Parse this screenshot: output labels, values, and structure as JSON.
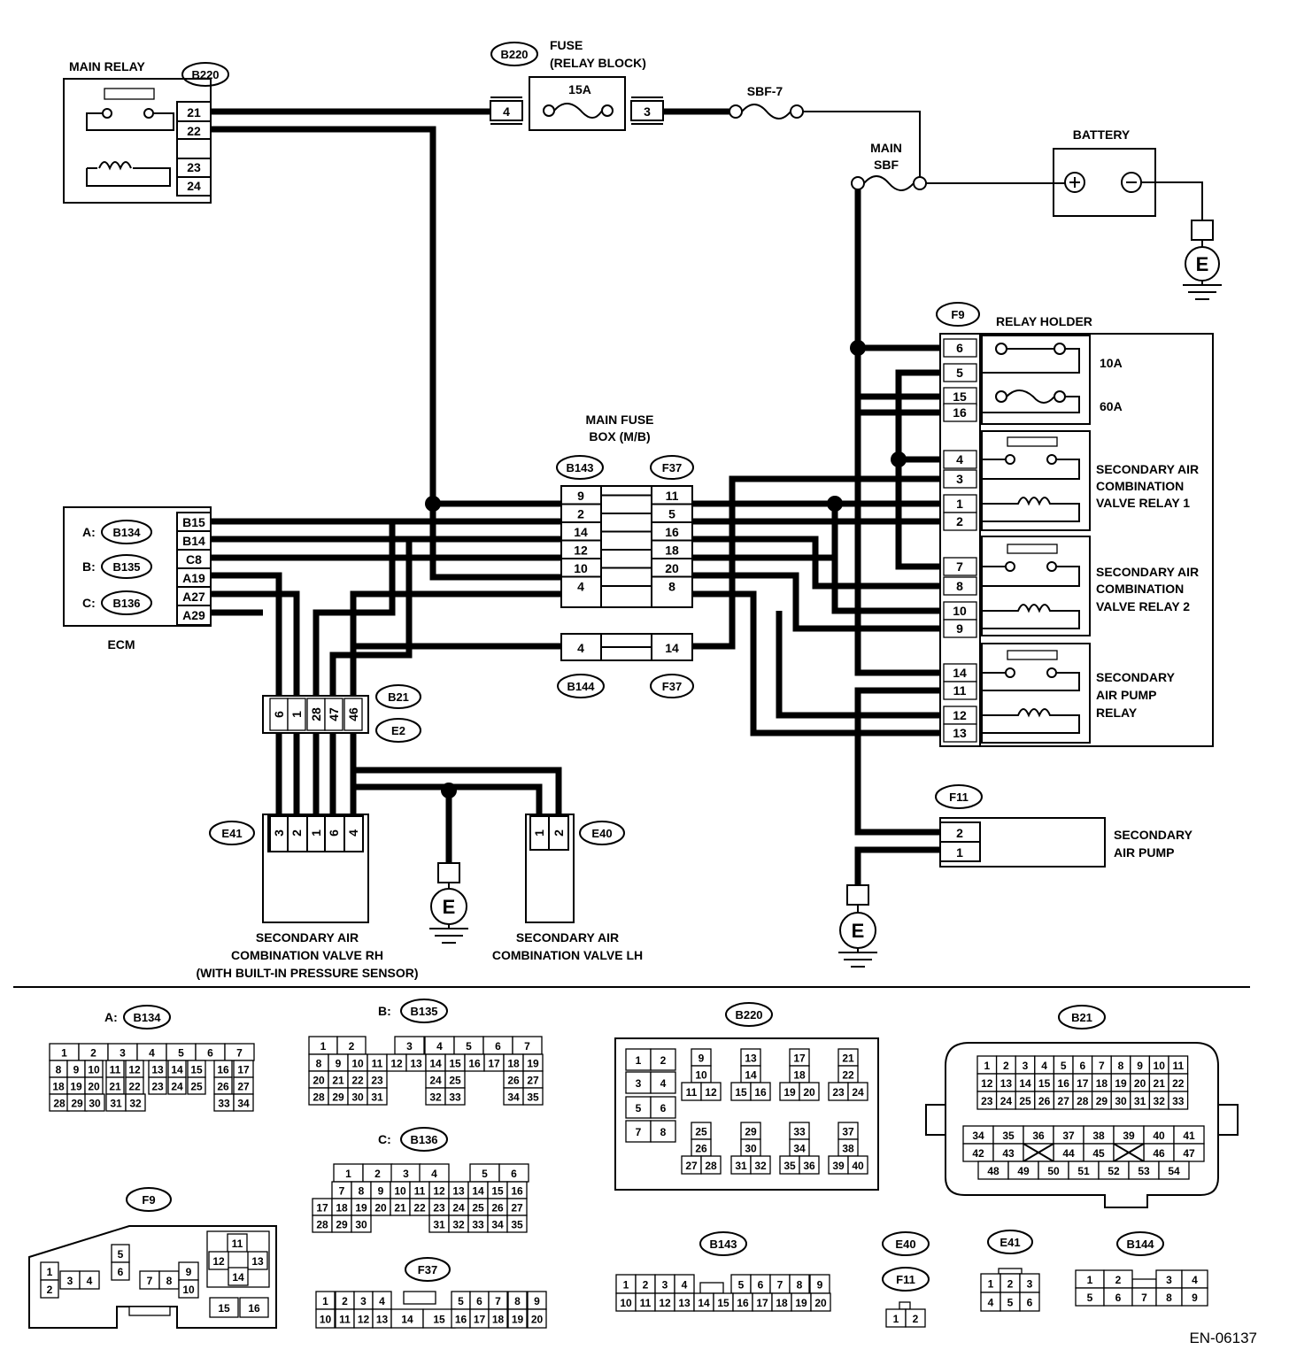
{
  "labels": {
    "main_relay": "MAIN RELAY",
    "fuse_1": "FUSE",
    "fuse_2": "(RELAY BLOCK)",
    "fuse_rating": "15A",
    "sbf7": "SBF-7",
    "main_sbf_1": "MAIN",
    "main_sbf_2": "SBF",
    "battery": "BATTERY",
    "relay_holder": "RELAY HOLDER",
    "fuse_10a": "10A",
    "fuse_60a": "60A",
    "relay1": [
      "SECONDARY AIR",
      "COMBINATION",
      "VALVE RELAY 1"
    ],
    "relay2": [
      "SECONDARY AIR",
      "COMBINATION",
      "VALVE RELAY 2"
    ],
    "pump_relay": [
      "SECONDARY",
      "AIR PUMP",
      "RELAY"
    ],
    "main_fuse_box": [
      "MAIN FUSE",
      "BOX (M/B)"
    ],
    "ecm": "ECM",
    "ecm_a": "A:",
    "ecm_b": "B:",
    "ecm_c": "C:",
    "valve_rh": [
      "SECONDARY AIR",
      "COMBINATION VALVE RH",
      "(WITH BUILT-IN PRESSURE SENSOR)"
    ],
    "valve_lh": [
      "SECONDARY AIR",
      "COMBINATION VALVE LH"
    ],
    "air_pump": [
      "SECONDARY",
      "AIR PUMP"
    ],
    "ground": "E",
    "doc_code": "EN-06137"
  },
  "connectors": {
    "b220": "B220",
    "b134": "B134",
    "b135": "B135",
    "b136": "B136",
    "b143": "B143",
    "f37": "F37",
    "b144": "B144",
    "f9": "F9",
    "f11": "F11",
    "b21": "B21",
    "e2": "E2",
    "e41": "E41",
    "e40": "E40"
  },
  "pins": {
    "main_relay": [
      "21",
      "22",
      "23",
      "24"
    ],
    "fuse_in": "4",
    "fuse_out": "3",
    "ecm": [
      "B15",
      "B14",
      "C8",
      "A19",
      "A27",
      "A29"
    ],
    "b143": [
      "9",
      "2",
      "14",
      "12",
      "10",
      "4"
    ],
    "f37": [
      "11",
      "5",
      "16",
      "18",
      "20",
      "8"
    ],
    "b144": "4",
    "f37_low": "14",
    "f9": [
      "6",
      "5",
      "15",
      "16",
      "4",
      "3",
      "1",
      "2",
      "7",
      "8",
      "10",
      "9",
      "14",
      "11",
      "12",
      "13"
    ],
    "b21": [
      "6",
      "1",
      "28",
      "47",
      "46"
    ],
    "e41": [
      "3",
      "2",
      "1",
      "6",
      "4"
    ],
    "e40": [
      "1",
      "2"
    ],
    "f11": [
      "2",
      "1"
    ]
  },
  "views": {
    "a_prefix": "A:",
    "b_prefix": "B:",
    "c_prefix": "C:",
    "b134": [
      [
        "1",
        "2",
        "3",
        "4",
        "5",
        "6",
        "7"
      ],
      [
        "8",
        "9",
        "10",
        "11",
        "12",
        "13",
        "14",
        "15",
        "16",
        "17"
      ],
      [
        "18",
        "19",
        "20",
        "21",
        "22",
        "23",
        "24",
        "25",
        "26",
        "27"
      ],
      [
        "28",
        "29",
        "30",
        "31",
        "32",
        "33",
        "34"
      ]
    ],
    "b135": [
      [
        "1",
        "2",
        "3",
        "4",
        "5",
        "6",
        "7"
      ],
      [
        "8",
        "9",
        "10",
        "11",
        "12",
        "13",
        "14",
        "15",
        "16",
        "17",
        "18",
        "19"
      ],
      [
        "20",
        "21",
        "22",
        "23",
        "24",
        "25",
        "26",
        "27"
      ],
      [
        "28",
        "29",
        "30",
        "31",
        "32",
        "33",
        "34",
        "35"
      ]
    ],
    "b136": [
      [
        "1",
        "2",
        "3",
        "4",
        "5",
        "6"
      ],
      [
        "7",
        "8",
        "9",
        "10",
        "11",
        "12",
        "13",
        "14",
        "15",
        "16"
      ],
      [
        "17",
        "18",
        "19",
        "20",
        "21",
        "22",
        "23",
        "24",
        "25",
        "26",
        "27"
      ],
      [
        "28",
        "29",
        "30",
        "31",
        "32",
        "33",
        "34",
        "35"
      ]
    ],
    "f37": [
      [
        "1",
        "2",
        "3",
        "4",
        "5",
        "6",
        "7",
        "8",
        "9"
      ],
      [
        "10",
        "11",
        "12",
        "13",
        "14",
        "15",
        "16",
        "17",
        "18",
        "19",
        "20"
      ]
    ],
    "b220": [
      "1",
      "2",
      "3",
      "4",
      "5",
      "6",
      "7",
      "8",
      "9",
      "10",
      "11",
      "12",
      "13",
      "14",
      "15",
      "16",
      "17",
      "18",
      "19",
      "20",
      "21",
      "22",
      "23",
      "24",
      "25",
      "26",
      "27",
      "28",
      "29",
      "30",
      "31",
      "32",
      "33",
      "34",
      "35",
      "36",
      "37",
      "38",
      "39",
      "40"
    ],
    "b143": [
      [
        "1",
        "2",
        "3",
        "4",
        "5",
        "6",
        "7",
        "8",
        "9"
      ],
      [
        "10",
        "11",
        "12",
        "13",
        "14",
        "15",
        "16",
        "17",
        "18",
        "19",
        "20"
      ]
    ],
    "b21": [
      [
        "1",
        "2",
        "3",
        "4",
        "5",
        "6",
        "7",
        "8",
        "9",
        "10",
        "11"
      ],
      [
        "12",
        "13",
        "14",
        "15",
        "16",
        "17",
        "18",
        "19",
        "20",
        "21",
        "22"
      ],
      [
        "23",
        "24",
        "25",
        "26",
        "27",
        "28",
        "29",
        "30",
        "31",
        "32",
        "33"
      ],
      [
        "34",
        "35",
        "36",
        "37",
        "38",
        "39",
        "40",
        "41"
      ],
      [
        "42",
        "43",
        "44",
        "45",
        "46",
        "47"
      ],
      [
        "48",
        "49",
        "50",
        "51",
        "52",
        "53",
        "54"
      ]
    ],
    "f9": [
      "1",
      "2",
      "3",
      "4",
      "5",
      "6",
      "7",
      "8",
      "9",
      "10",
      "11",
      "12",
      "13",
      "14",
      "15",
      "16"
    ],
    "e40_f11": [
      "1",
      "2"
    ],
    "e41": [
      "1",
      "2",
      "3",
      "4",
      "5",
      "6"
    ],
    "b144": [
      "1",
      "2",
      "3",
      "4",
      "5",
      "6",
      "7",
      "8",
      "9"
    ]
  }
}
